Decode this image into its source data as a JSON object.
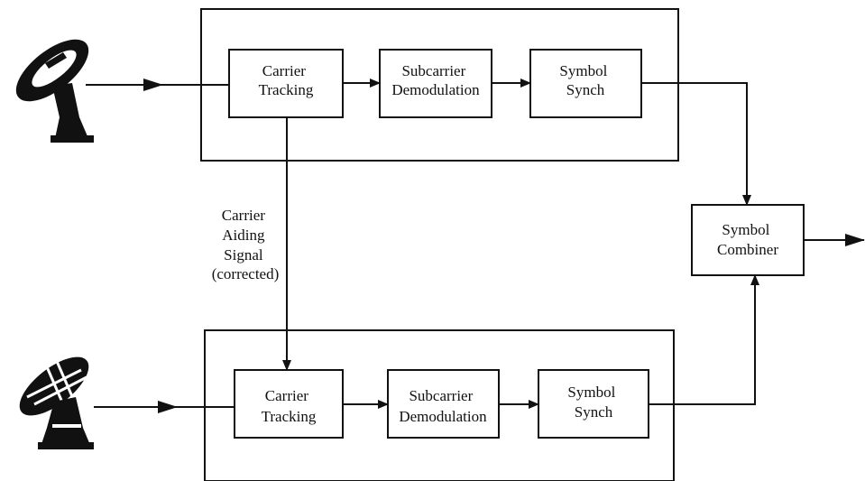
{
  "colors": {
    "ink": "#111111",
    "background": "#ffffff"
  },
  "top_chain": {
    "carrier_tracking": [
      "Carrier",
      "Tracking"
    ],
    "subcarrier_demod": [
      "Subcarrier",
      "Demodulation"
    ],
    "symbol_synch": [
      "Symbol",
      "Synch"
    ]
  },
  "bottom_chain": {
    "carrier_tracking": [
      "Carrier",
      "Tracking"
    ],
    "subcarrier_demod": [
      "Subcarrier",
      "Demodulation"
    ],
    "symbol_synch": [
      "Symbol",
      "Synch"
    ]
  },
  "aiding_label": [
    "Carrier",
    "Aiding",
    "Signal",
    "(corrected)"
  ],
  "combiner": [
    "Symbol",
    "Combiner"
  ],
  "icons": {
    "antenna_top": "satellite-dish-icon",
    "antenna_bottom": "satellite-dish-icon"
  }
}
